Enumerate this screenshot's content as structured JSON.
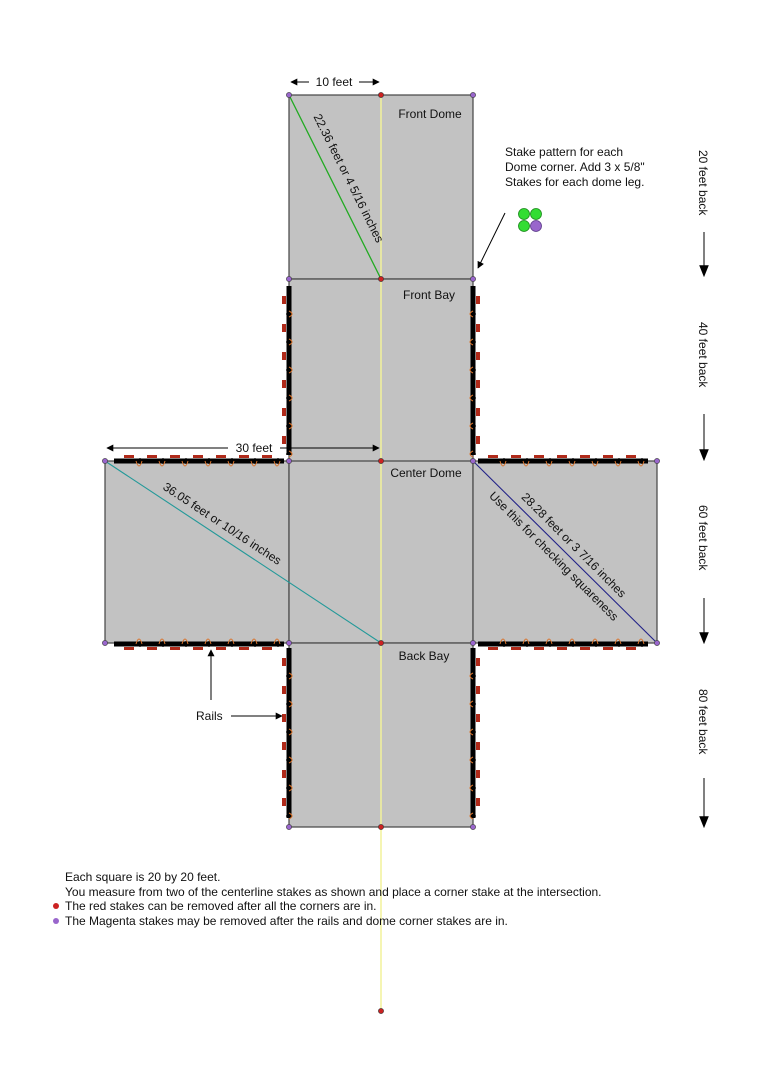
{
  "labels": {
    "front_dome": "Front Dome",
    "front_bay": "Front Bay",
    "center_dome": "Center Dome",
    "back_bay": "Back Bay",
    "ten_feet": "10 feet",
    "thirty_feet": "30 feet",
    "diag_front": "22.36 feet or 4 5/16 inches",
    "diag_left": "36.05 feet or 10/16 inches",
    "diag_right": "28.28 feet or 3 7/16 inches",
    "squareness": "Use this for checking squareness",
    "rails": "Rails"
  },
  "stake_note": {
    "line1": "Stake pattern for each",
    "line2": "Dome corner. Add 3 x 5/8\"",
    "line3": "Stakes for each dome leg."
  },
  "side_markers": [
    "20 feet back",
    "40 feet back",
    "60 feet back",
    "80 feet back"
  ],
  "notes": {
    "line1": "Each square is 20 by 20 feet.",
    "line2": "You measure from two of the centerline stakes as shown and place a corner stake at the intersection.",
    "line3": "The red stakes can be removed after all the corners are in.",
    "line4": "The Magenta stakes may be removed after the rails and dome corner stakes are in."
  },
  "colors": {
    "square_fill": "#c2c2c2",
    "centerline": "#ffff99",
    "red_stake": "#cc2222",
    "magenta_stake": "#9966cc",
    "green_stake": "#33dd33",
    "diag_front": "#22aa22",
    "diag_left": "#229999",
    "diag_right": "#222288",
    "rail": "#000000"
  }
}
